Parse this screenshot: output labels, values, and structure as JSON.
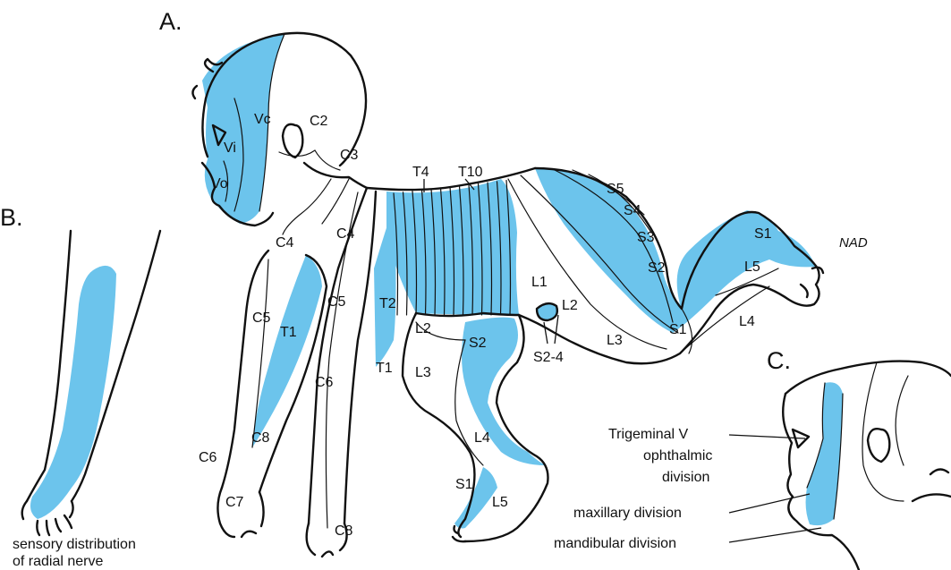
{
  "colors": {
    "dermatome_fill": "#6cc4ec",
    "ink": "#111111"
  },
  "panel_a": {
    "letter": "A.",
    "labels": {
      "vc": "Vc",
      "vi": "Vi",
      "vo": "Vo",
      "c2": "C2",
      "c3": "C3",
      "c4_neck": "C4",
      "c4_shoulder": "C4",
      "c5_arm": "C5",
      "c5_shoulder": "C5",
      "t1_arm": "T1",
      "c6_arm": "C6",
      "c6_hand": "C6",
      "c7": "C7",
      "c8_hand": "C8",
      "c8_arm": "C8",
      "t1_trunk": "T1",
      "t2": "T2",
      "t4": "T4",
      "t10": "T10",
      "s5": "S5",
      "s4": "S4",
      "s3": "S3",
      "s2_back": "S2",
      "s1_foot": "S1",
      "l5_back": "L5",
      "l1": "L1",
      "l2_hip": "L2",
      "l2_thigh": "L2",
      "s2_4": "S2-4",
      "s1_heel": "S1",
      "l4_back": "L4",
      "l3_back": "L3",
      "l3_front": "L3",
      "s2_front": "S2",
      "l4_front": "L4",
      "s1_front": "S1",
      "l5_front": "L5"
    },
    "signature": "NAD"
  },
  "panel_b": {
    "letter": "B.",
    "caption_line1": "sensory distribution",
    "caption_line2": "of radial nerve"
  },
  "panel_c": {
    "letter": "C.",
    "trigeminal_line1": "Trigeminal V",
    "trigeminal_line2": "ophthalmic",
    "trigeminal_line3": "division",
    "maxillary": "maxillary division",
    "mandibular": "mandibular division"
  }
}
